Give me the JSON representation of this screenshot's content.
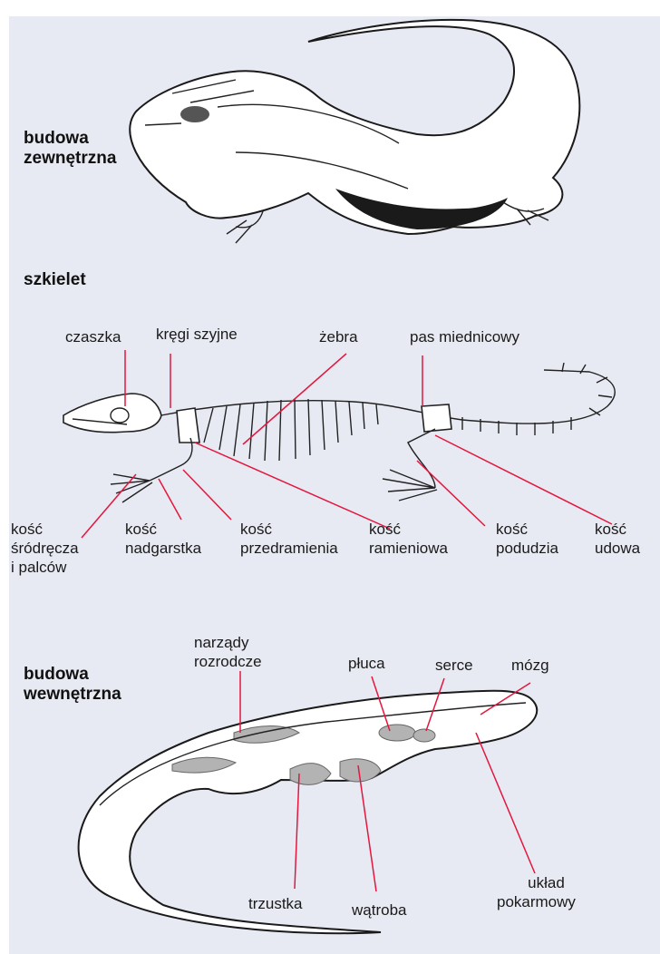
{
  "sections": {
    "external": {
      "line1": "budowa",
      "line2": "zewnętrzna"
    },
    "skeleton": {
      "title": "szkielet"
    },
    "internal": {
      "line1": "budowa",
      "line2": "wewnętrzna"
    }
  },
  "skeleton_labels": {
    "czaszka": "czaszka",
    "kregi": "kręgi szyjne",
    "zebra": "żebra",
    "pas": "pas miednicowy",
    "srodrecza": [
      "kość",
      "śródręcza",
      "i palców"
    ],
    "nadgarstka": [
      "kość",
      "nadgarstka"
    ],
    "przedramienia": [
      "kość",
      "przedramienia"
    ],
    "ramieniowa": [
      "kość",
      "ramieniowa"
    ],
    "podudzia": [
      "kość",
      "podudzia"
    ],
    "udowa": [
      "kość",
      "udowa"
    ]
  },
  "internal_labels": {
    "narzady": [
      "narządy",
      "rozrodcze"
    ],
    "pluca": "płuca",
    "serce": "serce",
    "mozg": "mózg",
    "trzustka": "trzustka",
    "watroba": "wątroba",
    "uklad": [
      "układ",
      "pokarmowy"
    ]
  },
  "colors": {
    "background": "#e8eaf3",
    "leader_line": "#e3173e",
    "organ": "#b3b3b3"
  }
}
